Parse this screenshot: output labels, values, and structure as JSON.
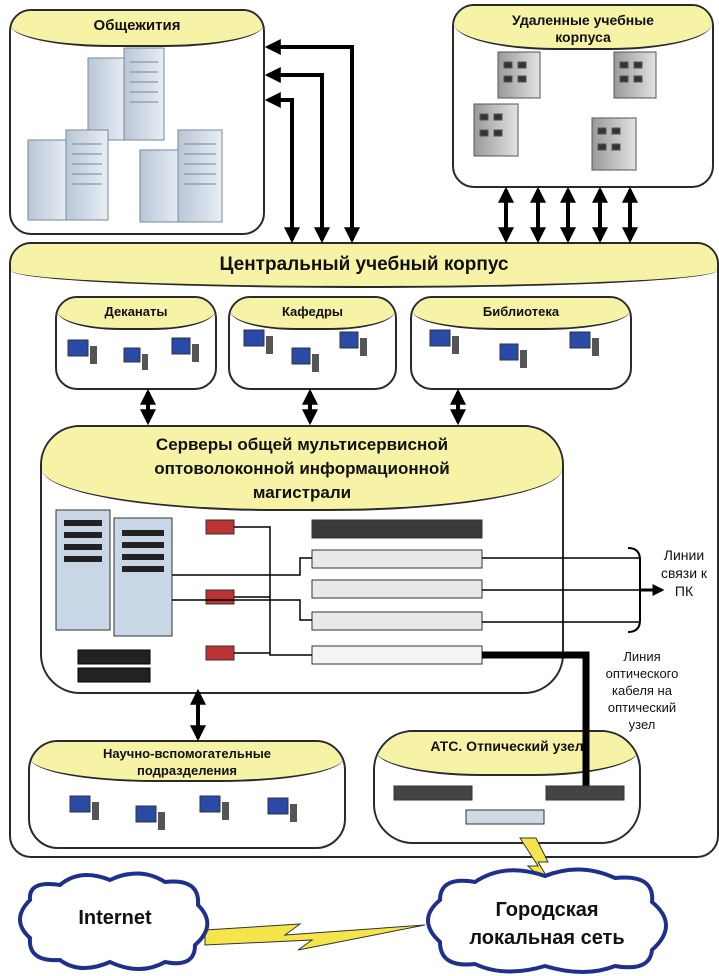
{
  "dormitories": {
    "title": "Общежития"
  },
  "remote_buildings": {
    "title": "Удаленные учебные корпуса"
  },
  "central_building": {
    "title": "Центральный учебный корпус"
  },
  "deans_offices": {
    "title": "Деканаты"
  },
  "departments": {
    "title": "Кафедры"
  },
  "library": {
    "title": "Библиотека"
  },
  "backbone_servers": {
    "title": "Серверы общей мультисервисной оптоволоконной информационной магистрали"
  },
  "research_units": {
    "title": "Научно-вспомогательные подразделения"
  },
  "ats_node": {
    "title": "АТС. Отпический узел"
  },
  "pc_lines": {
    "label": "Линии связи к ПК"
  },
  "optical_line": {
    "label": "Линия оптического кабеля на оптический узел"
  },
  "internet": {
    "label": "Internet"
  },
  "city_lan": {
    "label": "Городская локальная сеть"
  },
  "colors": {
    "header_fill": "#f7f3a6",
    "line": "#000000",
    "cloud_border": "#1e2f8c"
  }
}
